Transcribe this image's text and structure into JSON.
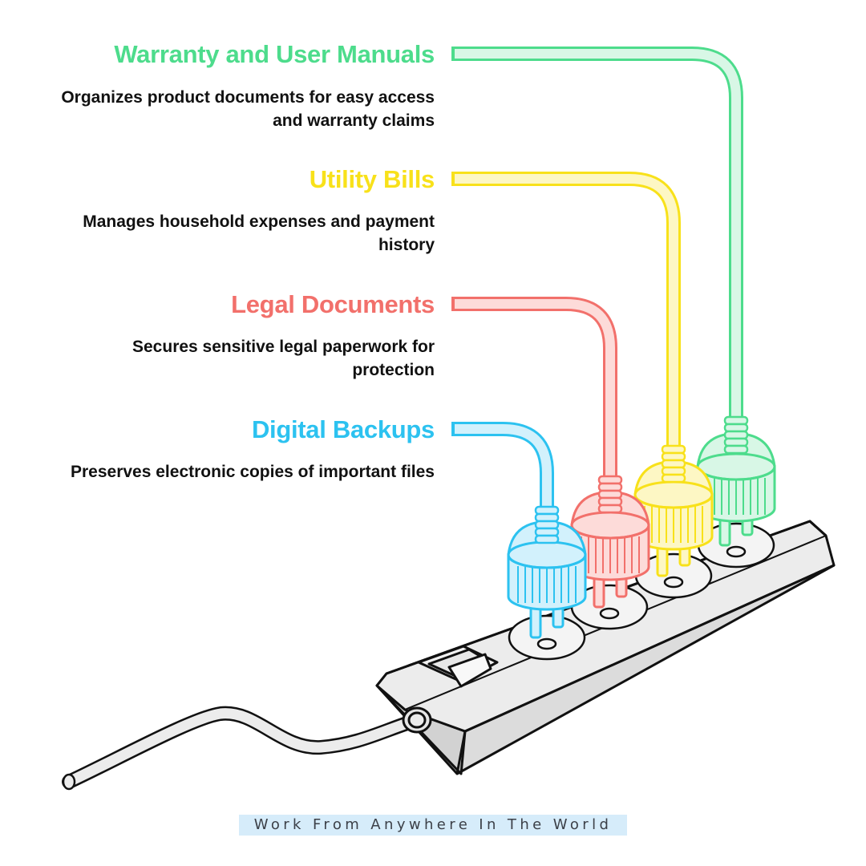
{
  "items": [
    {
      "title": "Warranty and User Manuals",
      "description": "Organizes product documents for easy access and warranty claims",
      "color": "#4ddc8c",
      "fill": "#d8f7e6",
      "icon": "plug-icon"
    },
    {
      "title": "Utility Bills",
      "description": "Manages household expenses and payment history",
      "color": "#f8e11a",
      "fill": "#fdf7c4",
      "icon": "plug-icon"
    },
    {
      "title": "Legal Documents",
      "description": "Secures sensitive legal paperwork for protection",
      "color": "#f2706b",
      "fill": "#fddbd9",
      "icon": "plug-icon"
    },
    {
      "title": "Digital Backups",
      "description": "Preserves electronic copies of important files",
      "color": "#2cc2f0",
      "fill": "#d2f1fc",
      "icon": "plug-icon"
    }
  ],
  "power_strip": {
    "icon": "power-strip-icon",
    "outline": "#111111",
    "fill": "#ececec"
  },
  "footer": {
    "text": "Work From Anywhere In The World",
    "background": "#d6ecfa"
  }
}
